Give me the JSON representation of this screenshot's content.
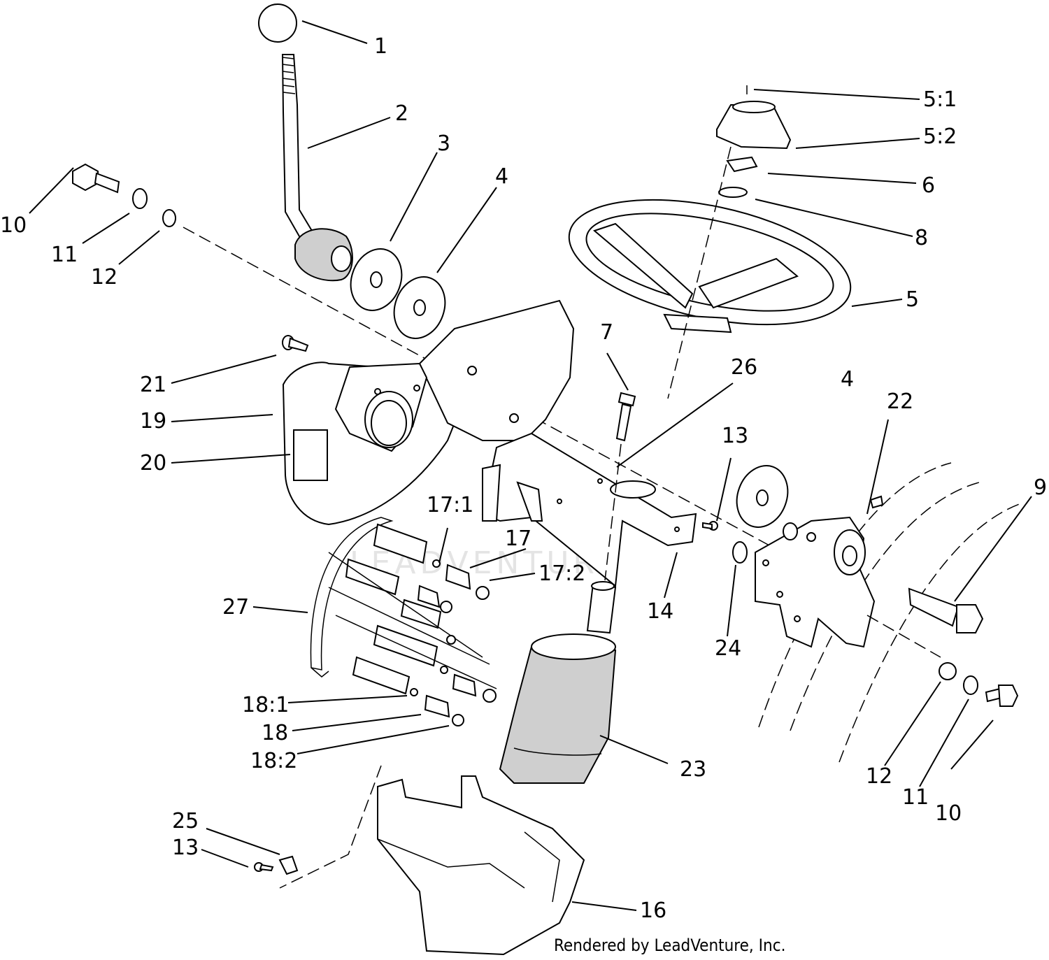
{
  "labels": [
    {
      "key": "l1",
      "text": "1"
    },
    {
      "key": "l2",
      "text": "2"
    },
    {
      "key": "l3",
      "text": "3"
    },
    {
      "key": "l4a",
      "text": "4"
    },
    {
      "key": "l4b",
      "text": "4"
    },
    {
      "key": "l5",
      "text": "5"
    },
    {
      "key": "l51",
      "text": "5:1"
    },
    {
      "key": "l52",
      "text": "5:2"
    },
    {
      "key": "l6",
      "text": "6"
    },
    {
      "key": "l7",
      "text": "7"
    },
    {
      "key": "l8",
      "text": "8"
    },
    {
      "key": "l9",
      "text": "9"
    },
    {
      "key": "l10a",
      "text": "10"
    },
    {
      "key": "l10b",
      "text": "10"
    },
    {
      "key": "l11a",
      "text": "11"
    },
    {
      "key": "l11b",
      "text": "11"
    },
    {
      "key": "l12a",
      "text": "12"
    },
    {
      "key": "l12b",
      "text": "12"
    },
    {
      "key": "l13a",
      "text": "13"
    },
    {
      "key": "l13b",
      "text": "13"
    },
    {
      "key": "l14",
      "text": "14"
    },
    {
      "key": "l16",
      "text": "16"
    },
    {
      "key": "l17",
      "text": "17"
    },
    {
      "key": "l171",
      "text": "17:1"
    },
    {
      "key": "l172",
      "text": "17:2"
    },
    {
      "key": "l18",
      "text": "18"
    },
    {
      "key": "l181",
      "text": "18:1"
    },
    {
      "key": "l182",
      "text": "18:2"
    },
    {
      "key": "l19",
      "text": "19"
    },
    {
      "key": "l20",
      "text": "20"
    },
    {
      "key": "l21",
      "text": "21"
    },
    {
      "key": "l22",
      "text": "22"
    },
    {
      "key": "l23",
      "text": "23"
    },
    {
      "key": "l24",
      "text": "24"
    },
    {
      "key": "l25",
      "text": "25"
    },
    {
      "key": "l26",
      "text": "26"
    },
    {
      "key": "l27",
      "text": "27"
    }
  ],
  "credit": "Rendered by LeadVenture, Inc.",
  "watermark": "LEADVENTURE"
}
